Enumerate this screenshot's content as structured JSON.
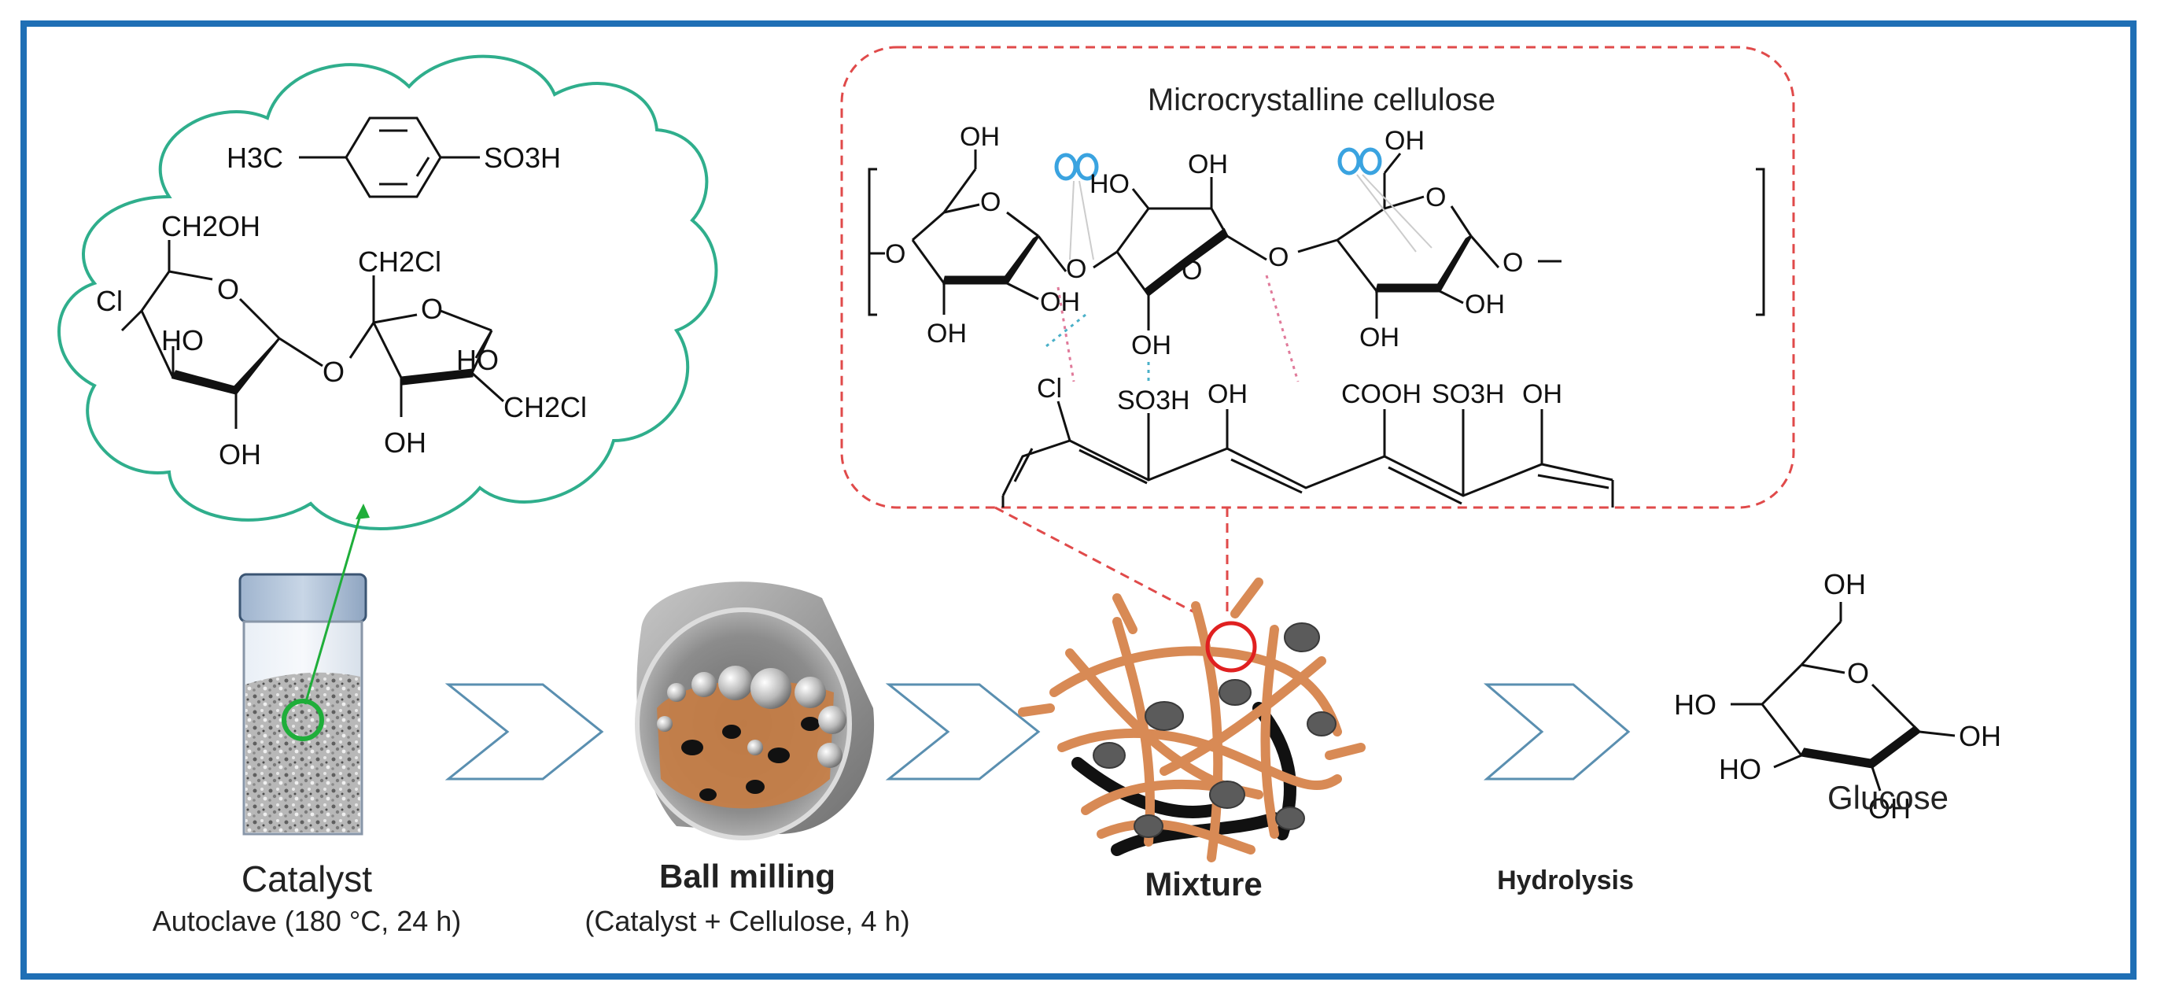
{
  "labels": {
    "catalyst_title": "Catalyst",
    "catalyst_sub": "Autoclave (180 °C, 24 h)",
    "ball_title": "Ball milling",
    "ball_sub": "(Catalyst + Cellulose, 4 h)",
    "mixture_title": "Mixture",
    "hydrolysis": "Hydrolysis",
    "glucose": "Glucose",
    "cellulose_title": "Microcrystalline cellulose"
  },
  "tosyl": {
    "h3c": "H3C",
    "so3h": "SO3H"
  },
  "sucralose": {
    "ch2oh": "CH2OH",
    "cl": "Cl",
    "ho1": "HO",
    "oh1": "OH",
    "o_ring1": "O",
    "o_link": "O",
    "ch2cl_top": "CH2Cl",
    "o_ring2": "O",
    "ho2": "HO",
    "ch2cl_bottom": "CH2Cl",
    "oh2": "OH"
  },
  "cellulose": {
    "oh_top1": "OH",
    "oh_top2": "OH",
    "oh_top3": "OH",
    "ho_mid": "HO",
    "o_ring1": "O",
    "o_ring2": "O",
    "o_ring3": "O",
    "o_end_left": "O",
    "o_end_right": "O",
    "o_link1": "O",
    "o_link2": "O",
    "oh_b1": "OH",
    "oh_b2": "OH",
    "oh_b3": "OH",
    "oh_b4": "OH",
    "oh_b5": "OH"
  },
  "carbon": {
    "cl": "Cl",
    "so3h1": "SO3H",
    "oh1": "OH",
    "cooh": "COOH",
    "so3h2": "SO3H",
    "oh2": "OH"
  },
  "glucose_mol": {
    "oh_top": "OH",
    "o_ring": "O",
    "ho1": "HO",
    "ho2": "HO",
    "oh_r": "OH",
    "oh_b": "OH"
  },
  "colors": {
    "border": "#1f6fb5",
    "cloud": "#2fae8c",
    "dashed": "#e04a4a",
    "arrow": "#5a8fb0",
    "fiber": "#d88a55",
    "marker_green": "#1fae3a",
    "marker_red": "#e02020",
    "hbond_cyan": "#4ab0c8",
    "hbond_pink": "#e07a9a"
  }
}
